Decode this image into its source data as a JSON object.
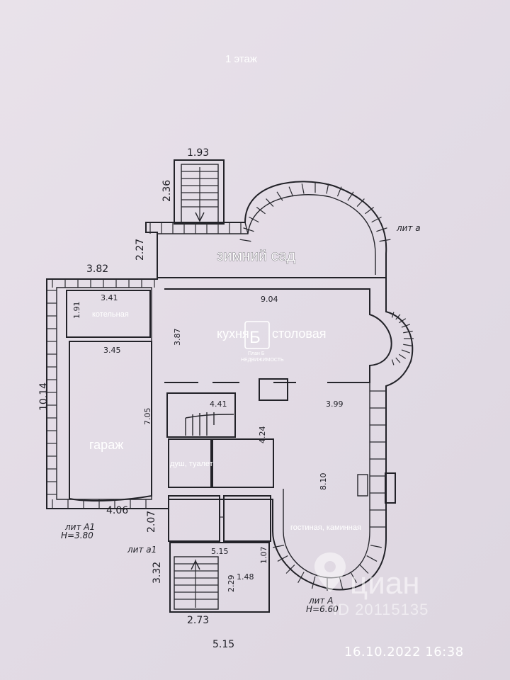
{
  "floor_title": "1 этаж",
  "rooms": {
    "winter_garden": "зимний сад",
    "kitchen": "кухня",
    "dining": "столовая",
    "boiler": "котельная",
    "garage": "гараж",
    "shower": "душ, туалет",
    "living": "гостиная, каминная"
  },
  "dimensions": {
    "stair_top_width": "1.93",
    "stair_top_length": "2.36",
    "garden_depth": "2.27",
    "left_width_top": "3.82",
    "boiler_width": "3.41",
    "boiler_depth": "1.91",
    "garage_top": "3.45",
    "total_depth_left": "10.14",
    "garage_depth": "7.05",
    "garage_bottom": "4.06",
    "kitchen_width": "9.04",
    "kitchen_depth": "3.87",
    "hall_width": "4.41",
    "hall_depth": "4.24",
    "living_width": "3.99",
    "living_depth": "8.10",
    "stair_bottom_left": "2.07",
    "bottom_width_1": "5.15",
    "bottom_depth_1": "1.07",
    "stair_bottom_depth": "3.32",
    "stair_bottom_width_a": "1.48",
    "stair_bottom_width_b": "2.29",
    "stair_bottom_width": "2.73",
    "bottom_width_2": "5.15"
  },
  "annotations": {
    "lit_a_small": "лит а",
    "lit_a1_big": "лит А1",
    "lit_a1_height": "Н=3.80",
    "lit_a1_small": "лит а1",
    "lit_a_big": "лит А",
    "lit_a_height": "Н=6.60"
  },
  "logo": {
    "line1": "План Б",
    "line2": "НЕДВИЖИМОСТЬ"
  },
  "watermark": {
    "brand": "циан",
    "id": "ID 20115135"
  },
  "timestamp": "16.10.2022   16:38",
  "colors": {
    "paper": "#e6dfe8",
    "ink": "#222228"
  }
}
